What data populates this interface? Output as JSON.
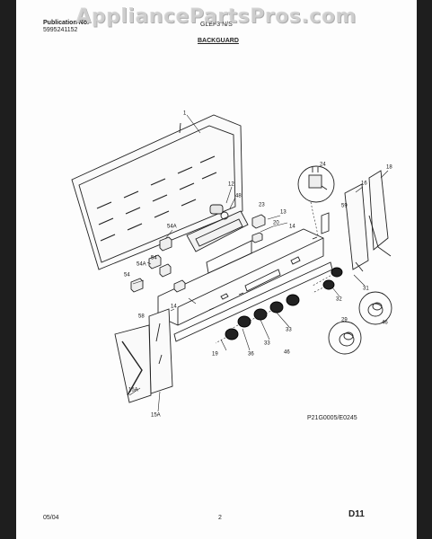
{
  "header": {
    "publication_label": "Publication No.",
    "publication_number": "5995241152",
    "model": "GLEF3 N/S",
    "section": "BACKGUARD"
  },
  "watermark": "AppliancePartsPros.com",
  "diagram": {
    "callouts": [
      "1",
      "24",
      "18",
      "12",
      "48",
      "16",
      "13",
      "23",
      "20",
      "59",
      "14",
      "54A",
      "54A",
      "54",
      "54",
      "14",
      "32",
      "31",
      "29",
      "46",
      "58",
      "33",
      "33",
      "46",
      "36",
      "19",
      "15A",
      "15A",
      "36"
    ],
    "drawing_code": "P21G0005/E0245"
  },
  "footer": {
    "date": "05/04",
    "page": "2",
    "sheet": "D11"
  }
}
